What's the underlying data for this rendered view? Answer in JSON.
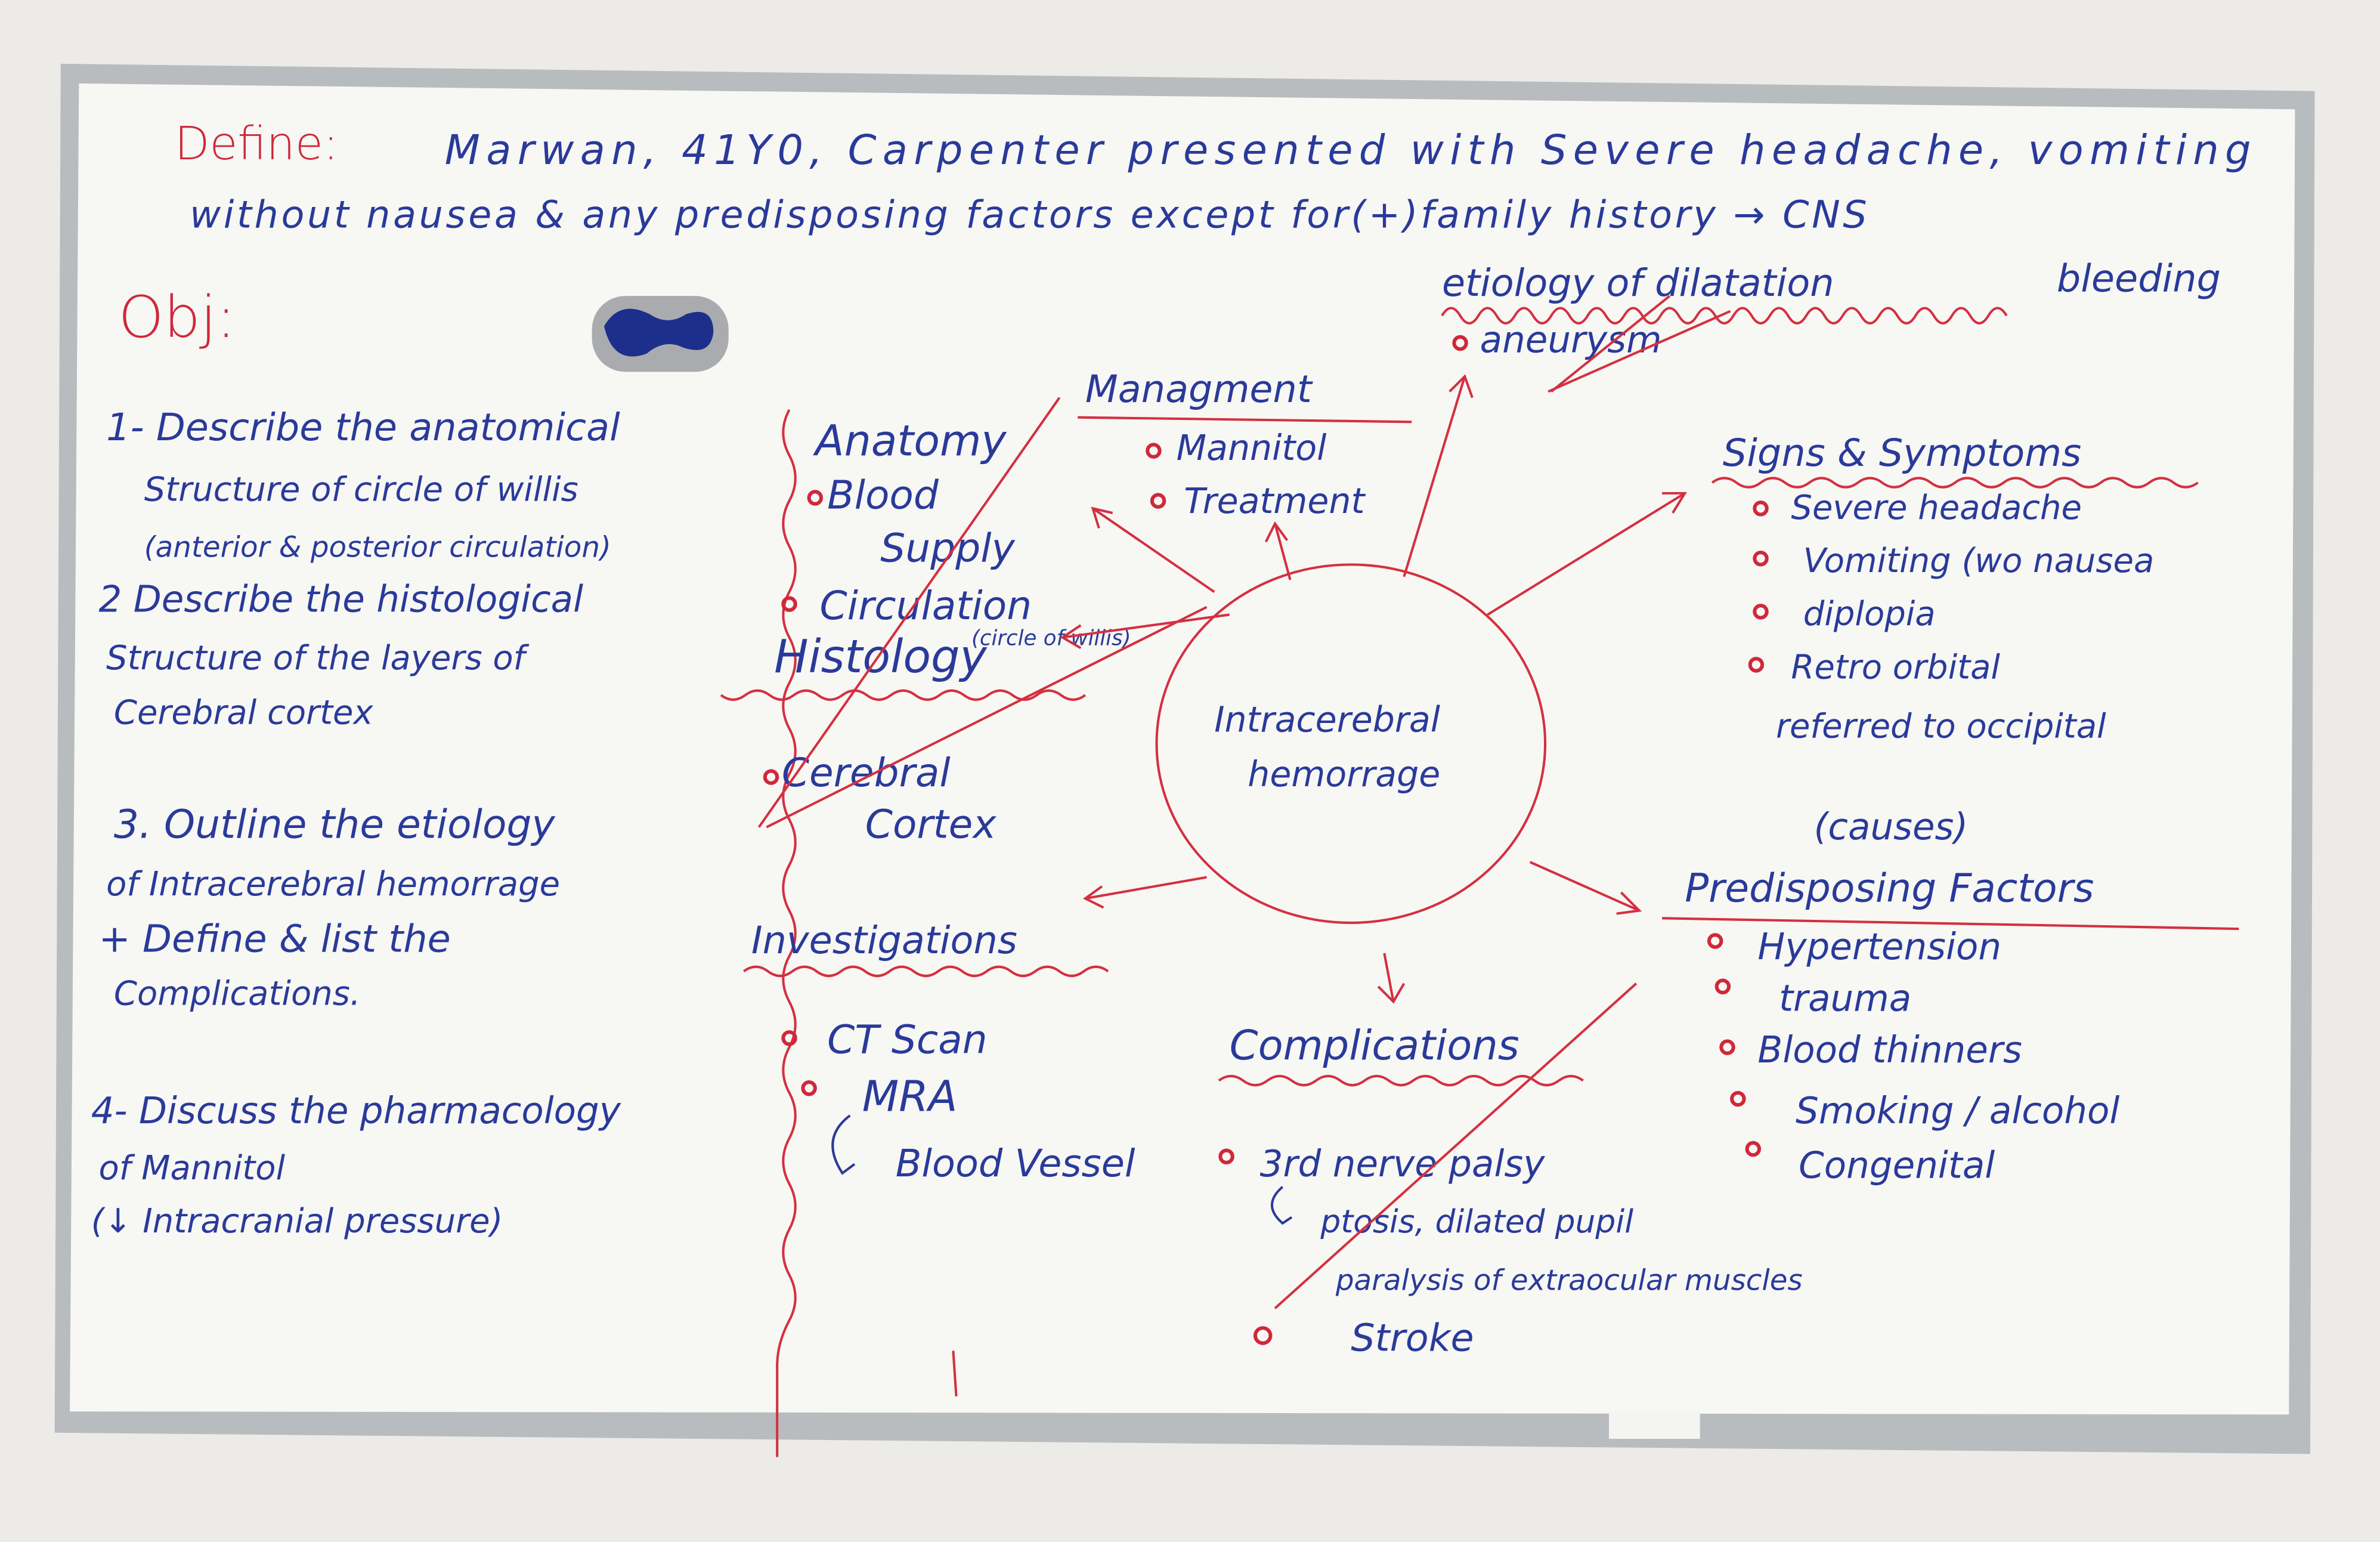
{
  "header": {
    "define_label": "Define:",
    "case_line1": "Marwan, 41Y0, Carpenter presented with Severe headache, vomiting",
    "case_line2": "without nausea & any predisposing factors except for(+)family history → CNS",
    "etiology": "etiology of dilatation",
    "bleeding": "bleeding",
    "aneurysm": "aneurysm"
  },
  "objectives": {
    "title": "Obj:",
    "items": [
      [
        "1- Describe the anatomical",
        "Structure of circle of willis",
        "(anterior & posterior circulation)"
      ],
      [
        "2 Describe the histological",
        "Structure of the layers of",
        "Cerebral cortex"
      ],
      [
        "3. Outline the etiology",
        "of Intracerebral hemorrage",
        "+ Define & list the",
        "Complications."
      ],
      [
        "4- Discuss the pharmacology",
        "of Mannitol",
        "(↓ Intracranial pressure)"
      ]
    ]
  },
  "center": {
    "line1": "Intracerebral",
    "line2": "hemorrage"
  },
  "anatomy": {
    "title": "Anatomy",
    "blood": "Blood",
    "supply": "Supply",
    "circulation": "Circulation",
    "circle_note": "(circle of willis)",
    "histology": "Histology",
    "cerebral": "Cerebral",
    "cortex": "Cortex"
  },
  "management": {
    "title": "Managment",
    "items": [
      "Mannitol",
      "Treatment"
    ]
  },
  "signs": {
    "title": "Signs & Symptoms",
    "items": [
      "Severe headache",
      "Vomiting (wo nausea",
      "diplopia",
      "Retro orbital"
    ],
    "note": "referred to occipital"
  },
  "predisposing": {
    "causes": "(causes)",
    "title": "Predisposing Factors",
    "items": [
      "Hypertension",
      "trauma",
      "Blood thinners",
      "Smoking / alcohol",
      "Congenital"
    ]
  },
  "investigations": {
    "title": "Investigations",
    "items": [
      "CT Scan",
      "MRA"
    ],
    "note": "Blood Vessel"
  },
  "complications": {
    "title": "Complications",
    "items": [
      "3rd nerve palsy",
      "Stroke"
    ],
    "notes": [
      "ptosis, dilated pupil",
      "paralysis of extraocular muscles"
    ]
  },
  "colors": {
    "blue_marker": "#2a3a9a",
    "red_marker": "#d0283a",
    "board": "#f7f7f4"
  }
}
